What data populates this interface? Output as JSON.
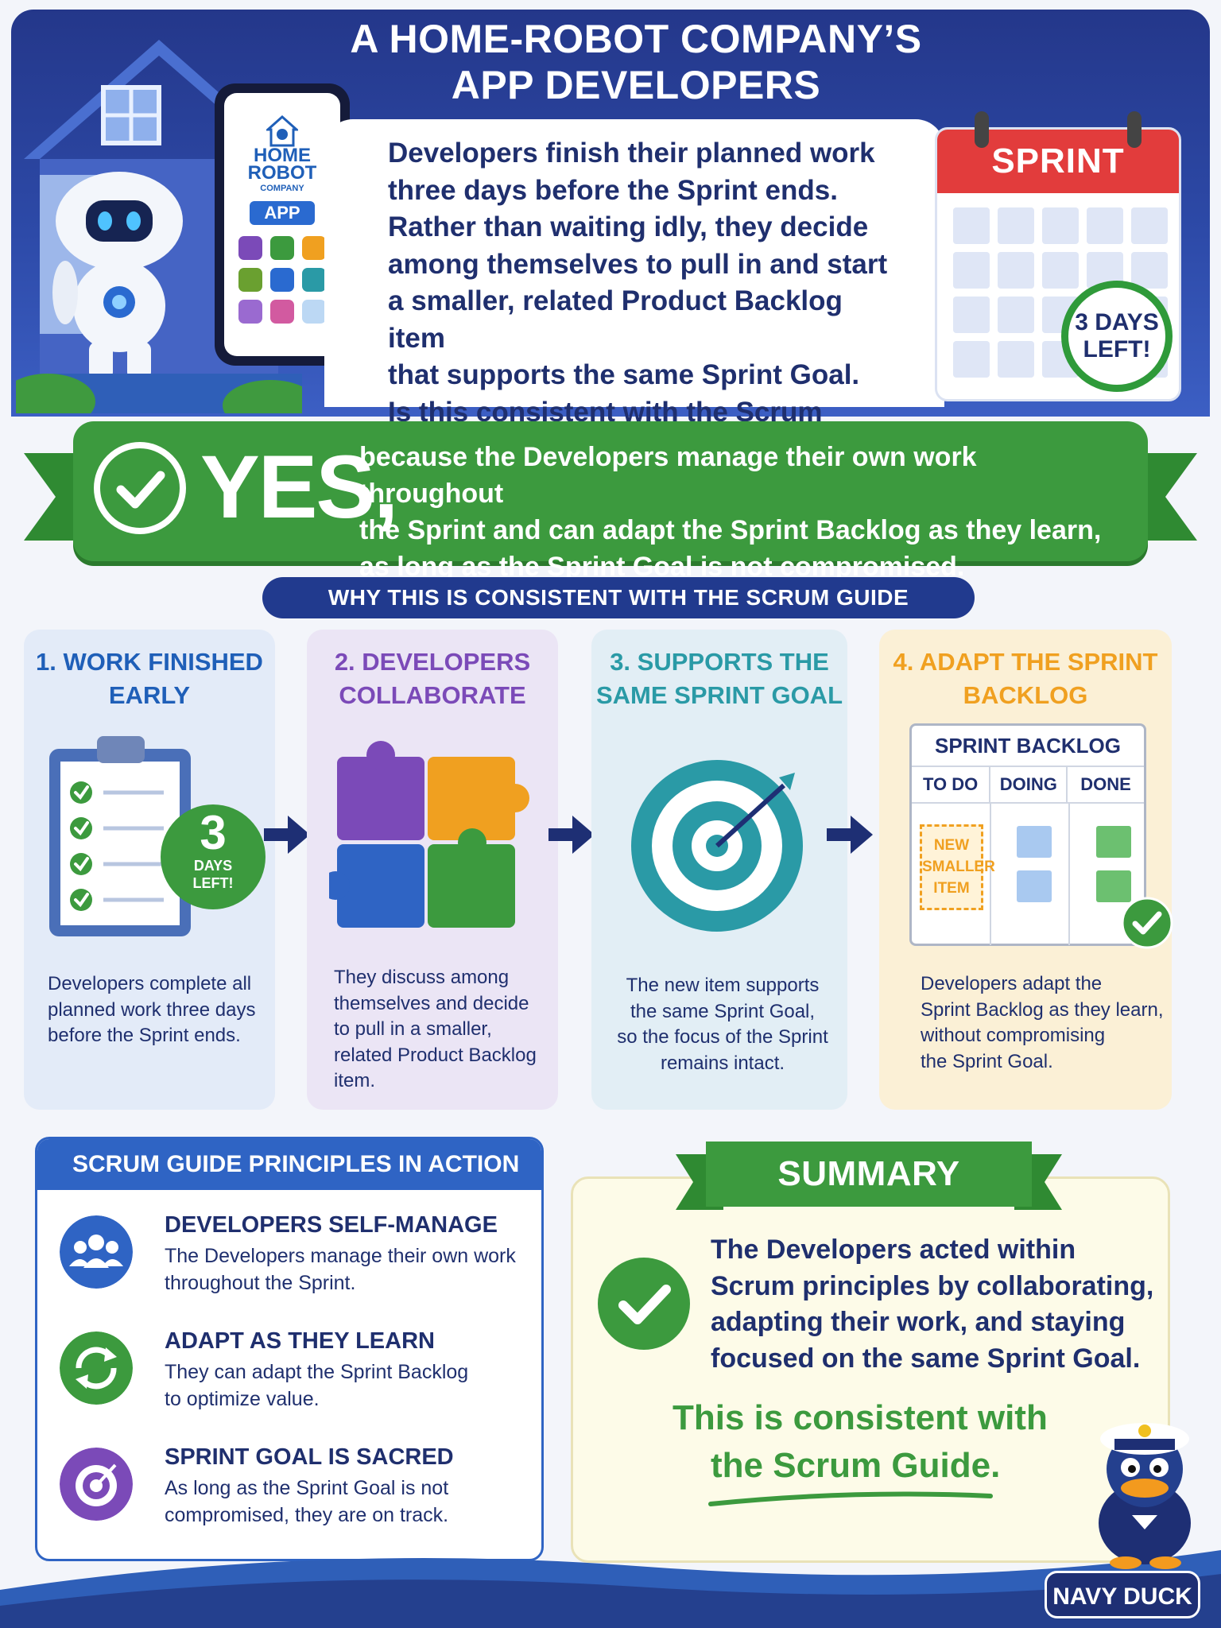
{
  "header": {
    "title_line1": "A HOME-ROBOT COMPANY’S",
    "title_line2": "APP DEVELOPERS",
    "phone": {
      "brand_line1": "HOME",
      "brand_line2": "ROBOT",
      "brand_line3": "COMPANY",
      "app_label": "APP"
    },
    "question_lines": [
      "Developers finish their planned work",
      "three days before the Sprint ends.",
      "Rather than waiting idly, they decide",
      "among themselves to pull in and start",
      "a smaller, related Product Backlog item",
      "that supports the same Sprint Goal.",
      "Is this consistent with the Scrum Guide?"
    ],
    "calendar_label": "SPRINT",
    "days_left_line1": "3 DAYS",
    "days_left_line2": "LEFT!"
  },
  "answer": {
    "yes_word": "YES,",
    "text_lines": [
      "because the Developers manage their own work throughout",
      "the Sprint and can adapt the Sprint Backlog as they learn,",
      "as long as the Sprint Goal is not compromised."
    ]
  },
  "why_heading": "WHY THIS IS CONSISTENT WITH THE SCRUM GUIDE",
  "steps": [
    {
      "title_line1": "1. WORK FINISHED",
      "title_line2": "EARLY",
      "badge_number": "3",
      "badge_line1": "DAYS",
      "badge_line2": "LEFT!",
      "body_lines": [
        "Developers complete all",
        "planned work three days",
        "before the Sprint ends."
      ]
    },
    {
      "title_line1": "2. DEVELOPERS",
      "title_line2": "COLLABORATE",
      "body_lines": [
        "They discuss among",
        "themselves and decide",
        "to pull in a smaller,",
        "related Product Backlog",
        "item."
      ]
    },
    {
      "title_line1": "3. SUPPORTS THE",
      "title_line2": "SAME SPRINT GOAL",
      "body_lines": [
        "The new item supports",
        "the same Sprint Goal,",
        "so the focus of the Sprint",
        "remains intact."
      ]
    },
    {
      "title_line1": "4. ADAPT THE SPRINT",
      "title_line2": "BACKLOG",
      "board_title": "SPRINT BACKLOG",
      "board_columns": [
        "TO DO",
        "DOING",
        "DONE"
      ],
      "new_item_lines": [
        "NEW",
        "SMALLER",
        "ITEM"
      ],
      "body_lines": [
        "Developers adapt the",
        "Sprint Backlog as they learn,",
        "without compromising",
        "the Sprint Goal."
      ]
    }
  ],
  "principles": {
    "heading": "SCRUM GUIDE PRINCIPLES IN ACTION",
    "items": [
      {
        "icon": "team-icon",
        "title": "DEVELOPERS SELF-MANAGE",
        "lines": [
          "The Developers manage their own work",
          "throughout the Sprint."
        ]
      },
      {
        "icon": "cycle-icon",
        "title": "ADAPT AS THEY LEARN",
        "lines": [
          "They can adapt the Sprint Backlog",
          "to optimize value."
        ]
      },
      {
        "icon": "target-icon",
        "title": "SPRINT GOAL IS SACRED",
        "lines": [
          "As long as the Sprint Goal is not",
          "compromised, they are on track."
        ]
      }
    ]
  },
  "summary": {
    "heading": "SUMMARY",
    "text_lines": [
      "The Developers acted within",
      "Scrum principles by collaborating,",
      "adapting their work, and staying",
      "focused on the same Sprint Goal."
    ],
    "conclusion_line1": "This is consistent with",
    "conclusion_line2": "the Scrum Guide."
  },
  "footer": {
    "mascot_label": "NAVY DUCK"
  },
  "colors": {
    "navy": "#1f2f6e",
    "header_blue": "#2d4aa8",
    "green": "#3c9a3e",
    "red": "#e23c3c",
    "step1": "#1f5fb8",
    "step2": "#7b4ab8",
    "step3": "#2a9aa6",
    "step4": "#f0a020"
  }
}
